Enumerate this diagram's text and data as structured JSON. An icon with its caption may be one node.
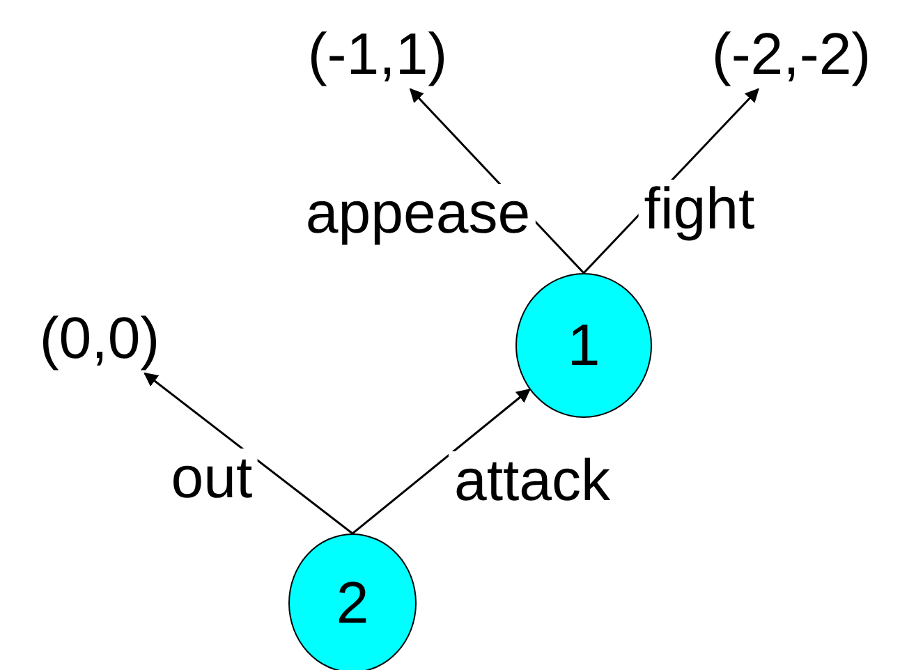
{
  "diagram": {
    "nodes": [
      {
        "text": [
          "1"
        ]
      },
      {
        "text": [
          "2"
        ]
      },
      {
        "text": [
          "(-1,1)"
        ]
      },
      {
        "text": [
          "(-2,-2)"
        ]
      },
      {
        "text": [
          "(0,0)"
        ]
      }
    ],
    "edges": [
      {
        "from": 1,
        "to": 4,
        "arrow": "to",
        "label": "out"
      },
      {
        "from": 1,
        "to": 0,
        "arrow": "to",
        "label": "attack"
      },
      {
        "from": 0,
        "to": 2,
        "arrow": "to",
        "label": "appease"
      },
      {
        "from": 0,
        "to": 3,
        "arrow": "to",
        "label": "fight"
      }
    ]
  }
}
